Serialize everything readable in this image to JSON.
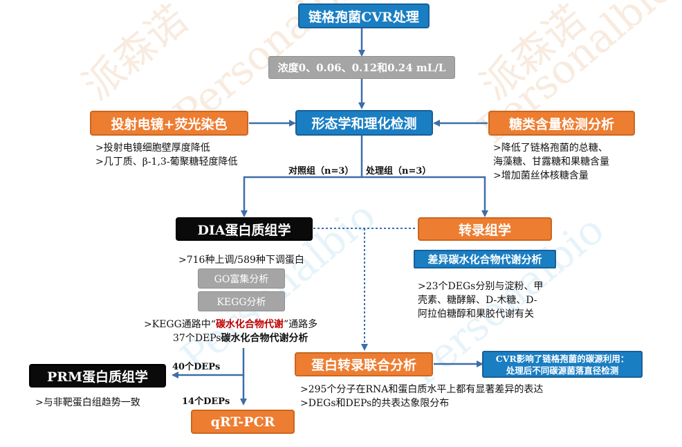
{
  "nodes": {
    "cvr": "链格孢菌CVR处理",
    "concentration": "浓度0、0.06、0.12和0.24 mL/L",
    "morph": "形态学和理化检测",
    "tem": "投射电镜+荧光染色",
    "sugar": "糖类含量检测分析",
    "dia": "DIA蛋白质组学",
    "transcript": "转录组学",
    "diff_carb": "差异碳水化合物代谢分析",
    "go": "GO富集分析",
    "kegg": "KEGG分析",
    "joint": "蛋白转录联合分析",
    "cvr_effect_1": "CVR影响了链格孢菌的碳源利用：",
    "cvr_effect_2": "处理后不同碳源菌落直径检测",
    "prm": "PRM蛋白质组学",
    "qrt": "qRT-PCR"
  },
  "notes": {
    "tem_1": ">投射电镜细胞壁厚度降低",
    "tem_2": ">几丁质、β-1,3-葡聚糖轻度降低",
    "sugar_1": ">降低了链格孢菌的总糖、",
    "sugar_2": "海藻糖、甘露糖和果糖含量",
    "sugar_3": ">增加菌丝体核糖含量",
    "dia_1": ">716种上调/589种下调蛋白",
    "kegg_1a": ">KEGG通路中“",
    "kegg_1b": "碳水化合物代谢",
    "kegg_1c": "”通路多",
    "kegg_2a": "37个DEPs",
    "kegg_2b": "碳水化合物代谢分析",
    "tr_1": ">23个DEGs分别与淀粉、甲",
    "tr_2": "壳素、糖酵解、D-木糖、D-",
    "tr_3": "阿拉伯糖醇和果胶代谢有关",
    "joint_1": ">295个分子在RNA和蛋白质水平上都有显著差异的表达",
    "joint_2": ">DEGs和DEPs的共表达象限分布",
    "prm_1": ">与非靶蛋白组趋势一致"
  },
  "labels": {
    "control": "对照组（n=3）",
    "treatment": "处理组（n=3）",
    "deps40": "40个DEPs",
    "deps14": "14个DEPs"
  },
  "watermarks": {
    "cn": "派森诺",
    "en": "Personalbio"
  },
  "colors": {
    "blue": "#1a7ec3",
    "orange": "#ed7d31",
    "black": "#0a0a0a",
    "gray": "#a5a5a5",
    "arrow": "#3d6ea8",
    "red_text": "#c00000"
  }
}
